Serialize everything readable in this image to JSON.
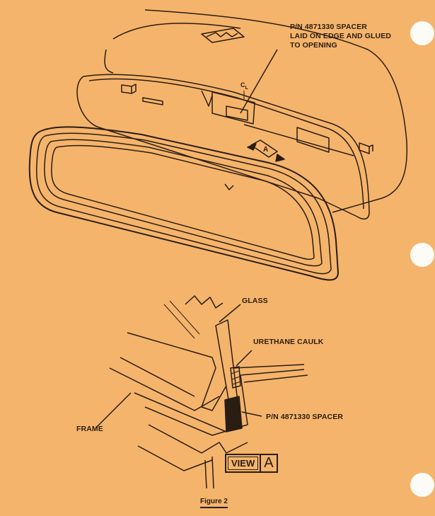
{
  "figure": {
    "caption": "Figure 2",
    "labels": {
      "spacer_top": [
        "P/N 4871330 SPACER",
        "LAID ON EDGE AND GLUED",
        "TO OPENING"
      ],
      "centerline": "C",
      "centerline_sub": "L",
      "view_marker": "A",
      "glass": "GLASS",
      "caulk": "URETHANE CAULK",
      "spacer_bottom": "P/N 4871330 SPACER",
      "frame": "FRAME"
    },
    "view_box": {
      "word": "VIEW",
      "letter": "A"
    }
  }
}
